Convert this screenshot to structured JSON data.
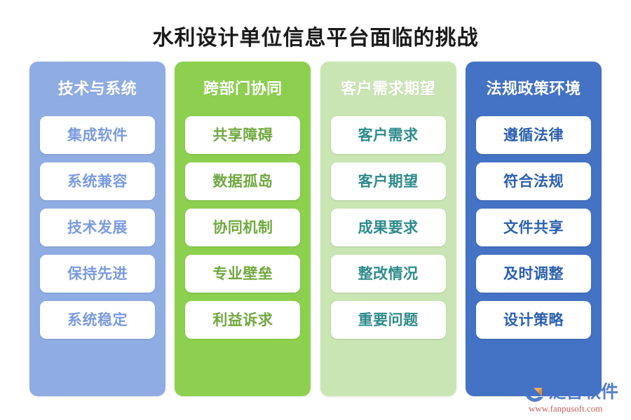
{
  "title": "水利设计单位信息平台面临的挑战",
  "columns": [
    {
      "header": "技术与系统",
      "bg_color": "#8FACE3",
      "text_color": "#7A9BE0",
      "items": [
        "集成软件",
        "系统兼容",
        "技术发展",
        "保持先进",
        "系统稳定"
      ]
    },
    {
      "header": "跨部门协同",
      "bg_color": "#8DD04F",
      "text_color": "#6FA83F",
      "items": [
        "共享障碍",
        "数据孤岛",
        "协同机制",
        "专业壁垒",
        "利益诉求"
      ]
    },
    {
      "header": "客户需求期望",
      "bg_color": "#CAE5B4",
      "text_color": "#2E8B8B",
      "items": [
        "客户需求",
        "客户期望",
        "成果要求",
        "整改情况",
        "重要问题"
      ]
    },
    {
      "header": "法规政策环境",
      "bg_color": "#4472C4",
      "text_color": "#2B5FAF",
      "items": [
        "遵循法律",
        "符合法规",
        "文件共享",
        "及时调整",
        "设计策略"
      ]
    }
  ],
  "watermark": {
    "brand": "泛普软件",
    "url": "www.fanpusoft.com",
    "logo_icon": "fanpu-swoosh-logo-icon",
    "brand_color": "#4472C4",
    "url_color": "#C0504D",
    "accent_color": "#E8932A"
  }
}
